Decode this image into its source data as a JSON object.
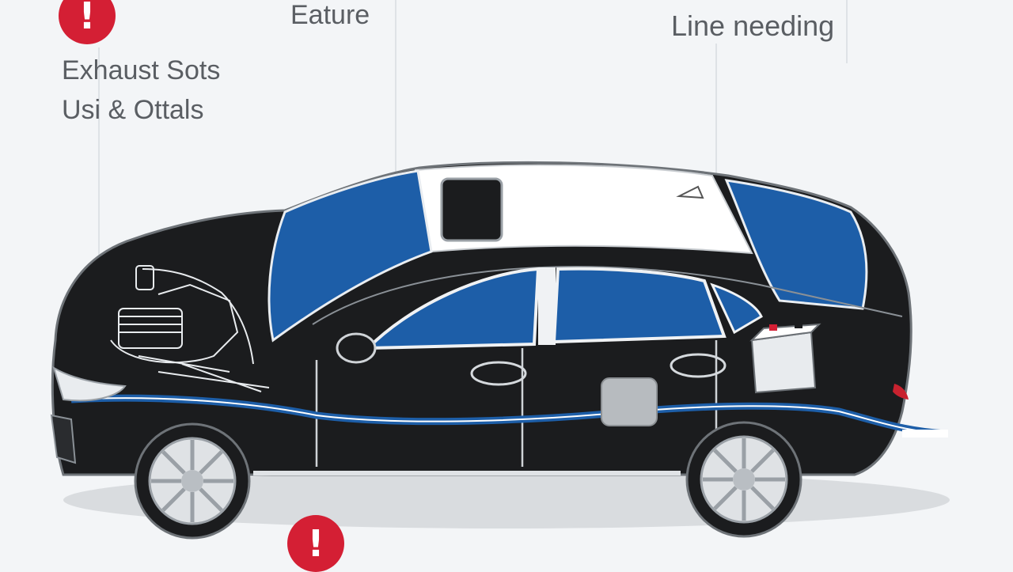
{
  "labels": {
    "feature": "Eature",
    "line_needing": "Line needing",
    "exhaust": "Exhaust Sots",
    "usi": "Usi & Ottals"
  },
  "alerts": {
    "symbol": "!",
    "color": "#d41f34"
  },
  "colors": {
    "body": "#1b1c1e",
    "glass": "#1d5ea8",
    "roof": "#ffffff",
    "line": "#1d5ea8",
    "background": "#f3f5f7"
  },
  "icons": [
    "alert-icon",
    "battery-icon",
    "engine-icon",
    "wheel-icon"
  ]
}
